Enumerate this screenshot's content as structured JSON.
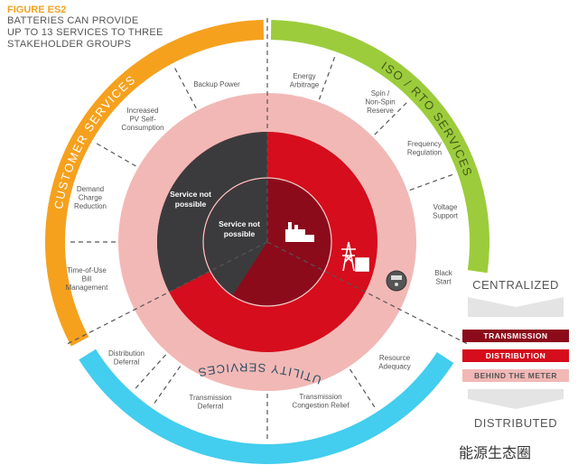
{
  "header": {
    "figure": "FIGURE ES2",
    "title_lines": [
      "BATTERIES CAN PROVIDE",
      "UP TO 13 SERVICES TO THREE",
      "STAKEHOLDER GROUPS"
    ]
  },
  "groups": {
    "customer": "CUSTOMER SERVICES",
    "iso": "ISO / RTO SERVICES",
    "utility": "UTILITY SERVICES"
  },
  "services": {
    "backup_power": [
      "Backup Power"
    ],
    "pv_self": [
      "Increased",
      "PV Self-",
      "Consumption"
    ],
    "demand_charge": [
      "Demand",
      "Charge",
      "Reduction"
    ],
    "tou": [
      "Time-of-Use",
      "Bill",
      "Management"
    ],
    "energy_arbitrage": [
      "Energy",
      "Arbitrage"
    ],
    "spin": [
      "Spin /",
      "Non-Spin",
      "Reserve"
    ],
    "frequency": [
      "Frequency",
      "Regulation"
    ],
    "voltage": [
      "Voltage",
      "Support"
    ],
    "black_start": [
      "Black",
      "Start"
    ],
    "resource_adequacy": [
      "Resource",
      "Adequacy"
    ],
    "tx_congestion": [
      "Transmission",
      "Congestion Relief"
    ],
    "tx_deferral": [
      "Transmission",
      "Deferral"
    ],
    "dist_deferral": [
      "Distribution",
      "Deferral"
    ]
  },
  "inner": {
    "outer_not_possible": [
      "Service not",
      "possible"
    ],
    "inner_not_possible": [
      "Service not",
      "possible"
    ]
  },
  "legend": {
    "top": "CENTRALIZED",
    "transmission": "TRANSMISSION",
    "distribution": "DISTRIBUTION",
    "behind_meter": "BEHIND THE METER",
    "bottom": "DISTRIBUTED"
  },
  "watermark": "能源生态圈",
  "colors": {
    "orange": "#f5a11e",
    "green": "#9ccc3c",
    "blue": "#43cdee",
    "pink": "#f2b8b6",
    "red": "#d50d1c",
    "dark": "#3b3b3d",
    "darkred": "#8c0b1b"
  }
}
